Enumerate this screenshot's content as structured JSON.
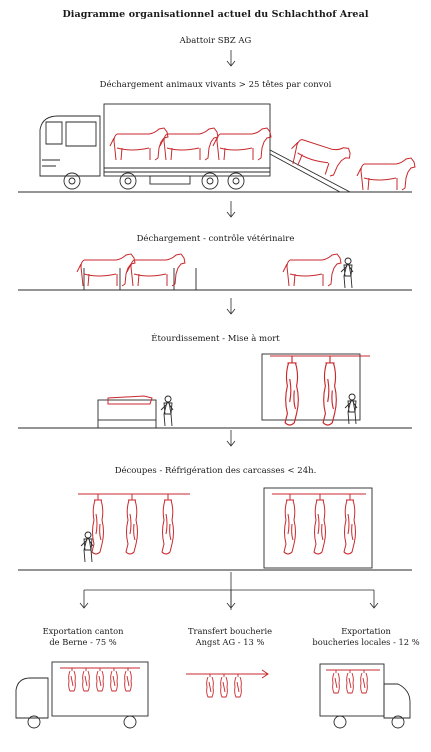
{
  "diagram": {
    "title": "Diagramme organisationnel actuel du Schlachthof Areal",
    "company": "Abattoir SBZ AG",
    "steps": [
      "Déchargement animaux vivants > 25 têtes par convoi",
      "Déchargement - contrôle vétérinaire",
      "Étourdissement - Mise à mort",
      "Découpes - Réfrigération des carcasses < 24h."
    ],
    "destinations": [
      {
        "line1": "Exportation canton",
        "line2": "de Berne  - 75 %"
      },
      {
        "line1": "Transfert boucherie",
        "line2": "Angst AG - 13 %"
      },
      {
        "line1": "Exportation",
        "line2": "boucheries locales - 12 %"
      }
    ]
  },
  "colors": {
    "ink": "#2a2a2a",
    "accent": "#c8282c"
  }
}
